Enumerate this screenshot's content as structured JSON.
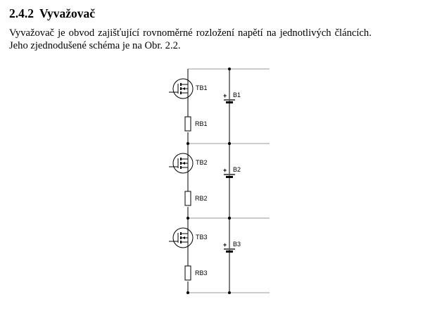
{
  "heading": {
    "number": "2.4.2",
    "title": "Vyvažovač"
  },
  "paragraph": {
    "line1": "Vyvažovač je obvod zajišťující rovnoměrné rozložení napětí na jednotlivých článcích.",
    "line2": "Jeho zjednodušené schéma je na Obr. 2.2."
  },
  "schematic": {
    "stages": [
      {
        "transistor": "TB1",
        "battery": "B1",
        "resistor": "RB1",
        "battery_plus": "+"
      },
      {
        "transistor": "TB2",
        "battery": "B2",
        "resistor": "RB2",
        "battery_plus": "+"
      },
      {
        "transistor": "TB3",
        "battery": "B3",
        "resistor": "RB3",
        "battery_plus": "+"
      }
    ]
  }
}
